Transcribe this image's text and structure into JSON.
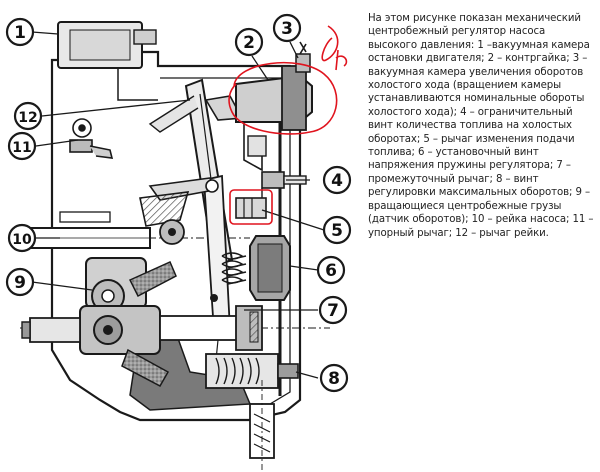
{
  "callouts": [
    {
      "id": 1,
      "label": "1"
    },
    {
      "id": 2,
      "label": "2"
    },
    {
      "id": 3,
      "label": "3"
    },
    {
      "id": 4,
      "label": "4"
    },
    {
      "id": 5,
      "label": "5"
    },
    {
      "id": 6,
      "label": "6"
    },
    {
      "id": 7,
      "label": "7"
    },
    {
      "id": 8,
      "label": "8"
    },
    {
      "id": 9,
      "label": "9"
    },
    {
      "id": 10,
      "label": "10"
    },
    {
      "id": 11,
      "label": "11"
    },
    {
      "id": 12,
      "label": "12"
    }
  ],
  "caption": "На этом рисунке показан механический центробежный регулятор насоса высокого давления: 1 –вакуумная камера остановки двигателя; 2 – контргайка; 3 – вакуумная камера увеличения оборотов холостого хода (вращением камеры устанавливаются номинальные обороты холостого хода); 4 – ограничительный винт количества топлива на холостых оборотах; 5 – рычаг изменения подачи топлива; 6 – установочный винт напряжения пружины регулятора; 7 – промежуточный рычаг; 8 – винт регулировки максимальных оборотов; 9 – вращающиеся центробежные грузы (датчик оборотов); 10 – рейка насоса; 11 – упорный рычаг; 12 – рычаг рейки.",
  "colors": {
    "ink": "#1a1a1a",
    "paper": "#ffffff",
    "shade": "#8a8a8a",
    "annotation": "#e0141e"
  }
}
